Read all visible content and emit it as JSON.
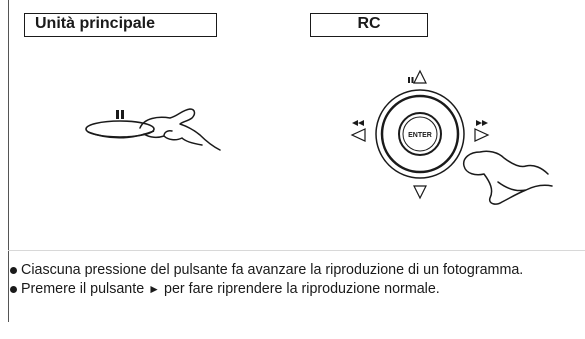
{
  "labels": {
    "main_unit": "Unità principale",
    "remote": "RC"
  },
  "remote_control": {
    "enter_label": "ENTER",
    "icons": [
      "pause-step-up-icon",
      "rewind-icon",
      "fast-forward-icon",
      "down-arrow-icon"
    ]
  },
  "main_unit_illustration": {
    "icons": [
      "pause-button-icon",
      "pressing-hand-icon"
    ]
  },
  "notes": {
    "item1": "Ciascuna pressione del pulsante fa avanzare la riproduzione di un fotogramma.",
    "item2_before": "Premere il pulsante ",
    "item2_glyph": "►",
    "item2_after": " per fare riprendere la riproduzione normale."
  }
}
